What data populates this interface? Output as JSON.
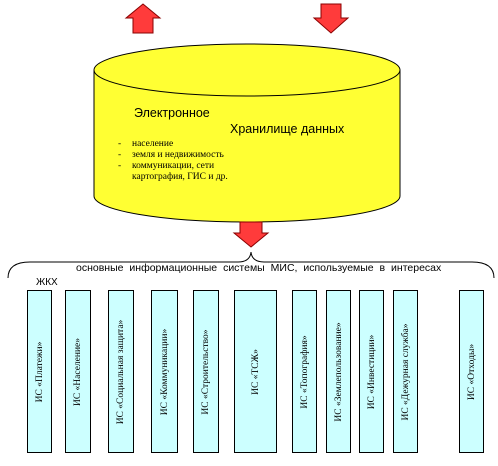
{
  "cylinder": {
    "title_line1": "Электронное",
    "title_line2": "Хранилище  данных",
    "items": [
      {
        "bullet": "-",
        "text": "население"
      },
      {
        "bullet": "-",
        "text": "земля и недвижимость"
      },
      {
        "bullet": "-",
        "text": "коммуникации, сети"
      },
      {
        "bullet": "",
        "text": "картография, ГИС и др."
      }
    ]
  },
  "caption": "основные  информационные  системы  МИС,  используемые  в  интересах",
  "caption_tail": "ЖКХ",
  "systems": [
    "ИС «Платежи»",
    "ИС «Население»",
    "ИС «Социальная защита»",
    "ИС «Коммуникации»",
    "ИС «Строительство»",
    "ИС «ТСЖ»",
    "ИС «Топография»",
    "ИС «Землепользование»",
    "ИС «Инвестиции»",
    "ИС «Дежурная служба»",
    "ИС «Отходы»"
  ],
  "colors": {
    "cylinder_fill": "#ffff33",
    "arrow_fill": "#ff3b3b",
    "box_fill": "#ccffff"
  }
}
